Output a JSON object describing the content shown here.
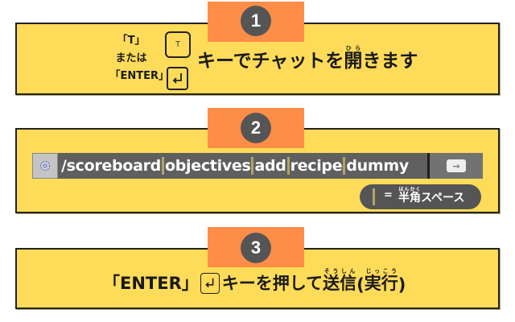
{
  "steps": [
    {
      "number": "1",
      "key_options": {
        "line1": "「T」",
        "line2": "または",
        "line3": "「ENTER」",
        "t_key_label": "T",
        "enter_key_icon": "enter-key-icon"
      },
      "instruction": {
        "pre": "キーでチャットを",
        "kanji": "開",
        "furigana": "ひら",
        "post": "きます"
      }
    },
    {
      "number": "2",
      "chat_bar": {
        "settings_icon": "gear-icon",
        "command_parts": [
          "/scoreboard",
          "objectives",
          "add",
          "recipe",
          "dummy"
        ],
        "send_icon": "send-arrow-icon"
      },
      "legend": {
        "equals": "=",
        "kanji1": "半",
        "furigana1": "はん",
        "kanji2": "角",
        "furigana2": "かく",
        "post": "スペース"
      }
    },
    {
      "number": "3",
      "instruction": {
        "pre": "「ENTER」",
        "enter_key_icon": "enter-key-icon",
        "mid": "キーを押して",
        "kanji1": "送信",
        "furigana1": "そうしん",
        "paren_open": "(",
        "kanji2": "実行",
        "furigana2": "じっこう",
        "paren_close": ")"
      }
    }
  ],
  "colors": {
    "panel_bg": "#fedb59",
    "tab_bg": "#fe8d48",
    "badge_bg": "#555555",
    "chat_bg": "#5f5f5f",
    "space_marker": "#b3a36a"
  }
}
